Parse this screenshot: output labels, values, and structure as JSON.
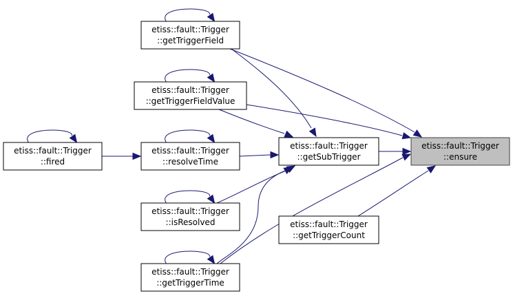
{
  "diagram": {
    "type": "call-graph",
    "colors": {
      "edge": "#191970",
      "node_border": "#000000",
      "node_fill": "#ffffff",
      "focus_fill": "#bfbfbf",
      "focus_border": "#404040"
    },
    "nodes": [
      {
        "id": "ensure",
        "line1": "etiss::fault::Trigger",
        "line2": "::ensure",
        "focus": true
      },
      {
        "id": "getSubTrigger",
        "line1": "etiss::fault::Trigger",
        "line2": "::getSubTrigger"
      },
      {
        "id": "getTriggerField",
        "line1": "etiss::fault::Trigger",
        "line2": "::getTriggerField"
      },
      {
        "id": "getTriggerFieldValue",
        "line1": "etiss::fault::Trigger",
        "line2": "::getTriggerFieldValue"
      },
      {
        "id": "resolveTime",
        "line1": "etiss::fault::Trigger",
        "line2": "::resolveTime"
      },
      {
        "id": "isResolved",
        "line1": "etiss::fault::Trigger",
        "line2": "::isResolved"
      },
      {
        "id": "getTriggerTime",
        "line1": "etiss::fault::Trigger",
        "line2": "::getTriggerTime"
      },
      {
        "id": "fired",
        "line1": "etiss::fault::Trigger",
        "line2": "::fired"
      },
      {
        "id": "getTriggerCount",
        "line1": "etiss::fault::Trigger",
        "line2": "::getTriggerCount"
      }
    ],
    "edges": [
      {
        "from": "getSubTrigger",
        "to": "ensure"
      },
      {
        "from": "getTriggerField",
        "to": "ensure"
      },
      {
        "from": "getTriggerFieldValue",
        "to": "ensure"
      },
      {
        "from": "getTriggerTime",
        "to": "ensure"
      },
      {
        "from": "getTriggerCount",
        "to": "ensure"
      },
      {
        "from": "getTriggerField",
        "to": "getSubTrigger"
      },
      {
        "from": "getTriggerFieldValue",
        "to": "getSubTrigger"
      },
      {
        "from": "resolveTime",
        "to": "getSubTrigger"
      },
      {
        "from": "isResolved",
        "to": "getSubTrigger"
      },
      {
        "from": "getTriggerTime",
        "to": "getSubTrigger"
      },
      {
        "from": "fired",
        "to": "resolveTime"
      },
      {
        "from": "getTriggerField",
        "to": "getTriggerField",
        "self": true
      },
      {
        "from": "getTriggerFieldValue",
        "to": "getTriggerFieldValue",
        "self": true
      },
      {
        "from": "resolveTime",
        "to": "resolveTime",
        "self": true
      },
      {
        "from": "isResolved",
        "to": "isResolved",
        "self": true
      },
      {
        "from": "getTriggerTime",
        "to": "getTriggerTime",
        "self": true
      },
      {
        "from": "fired",
        "to": "fired",
        "self": true
      }
    ]
  }
}
